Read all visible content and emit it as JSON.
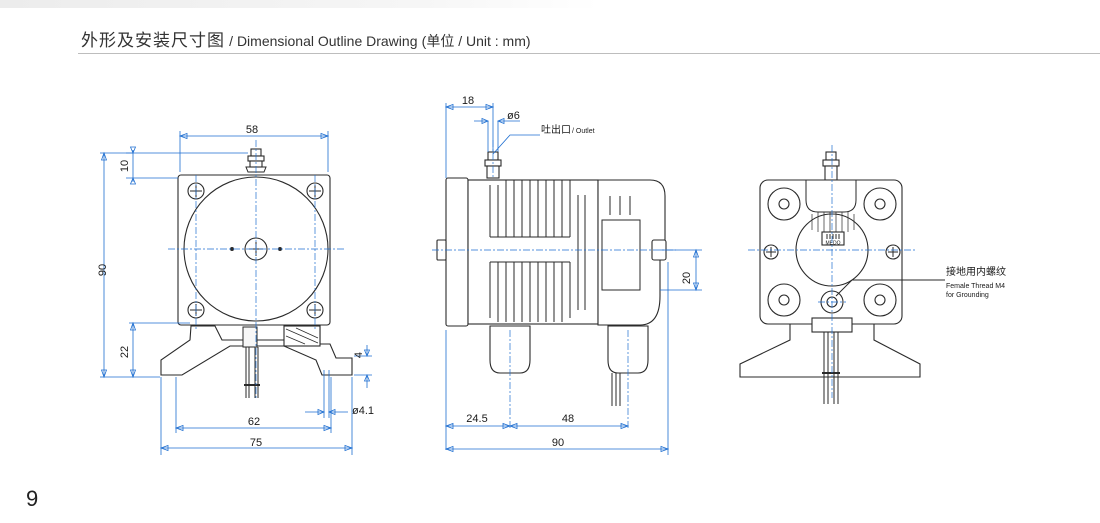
{
  "header": {
    "title_zh": "外形及安装尺寸图",
    "title_en": "/ Dimensional Outline Drawing",
    "unit": "(单位 / Unit : mm)"
  },
  "page_number": "9",
  "front_view": {
    "dim_width": "58",
    "dim_top": "10",
    "dim_height": "90",
    "dim_base": "22",
    "dim_foot": "4",
    "dim_hole": "ø4.1",
    "dim_mount": "62",
    "dim_total": "75"
  },
  "side_view": {
    "dim_outlet_offset": "18",
    "dim_outlet_dia": "ø6",
    "outlet_zh": "吐出口",
    "outlet_en": "/ Outlet",
    "dim_20": "20",
    "dim_24_5": "24.5",
    "dim_48": "48",
    "dim_90": "90"
  },
  "rear_view": {
    "logo": "MEDO",
    "ground_zh": "接地用内螺纹",
    "ground_en_1": "Female Thread M4",
    "ground_en_2": "for Grounding"
  }
}
